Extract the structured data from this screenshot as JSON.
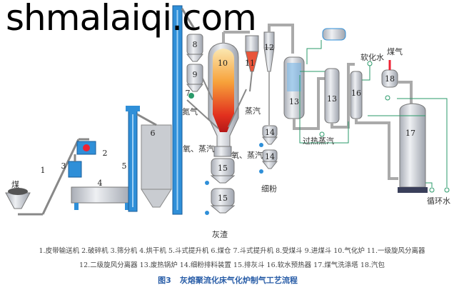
{
  "labels": {
    "coal": "煤",
    "nitrogen": "氮气",
    "steam": "蒸汽",
    "oxygen_steam_1": "氧、蒸汽",
    "oxygen_steam_2": "氧、蒸汽",
    "fines": "细粉",
    "ash": "灰渣",
    "superheated_steam": "过热蒸汽",
    "softened_water": "软化水",
    "gas": "煤气",
    "circulating_water": "循环水"
  },
  "numbers": [
    "1",
    "2",
    "3",
    "4",
    "5",
    "6",
    "7",
    "8",
    "9",
    "10",
    "11",
    "12",
    "13",
    "13",
    "14",
    "14",
    "15",
    "15",
    "16",
    "17",
    "18"
  ],
  "legend": {
    "line1": "1.皮带输送机 2.破碎机 3.筛分机 4.烘干机 5.斗式提升机 6.煤仓 7.斗式提升机 8.受煤斗 9.进煤斗 10.气化炉 11.一级旋风分离器",
    "line2": "12.二级旋风分离器 13.废热锅炉 14.细粉排料装置 15.排灰斗 16.软水预热器 17.煤气洗涤塔 18.汽包"
  },
  "caption": {
    "fig": "图3",
    "title": "灰熔聚流化床气化炉制气工艺流程"
  },
  "watermark": "shmalaiqi.com",
  "colors": {
    "equipment_blue": "#2f8fd8",
    "vessel_gray": "#c8ccd4",
    "pipe_green": "#2a9a6a",
    "caption": "#2a5ea8"
  }
}
